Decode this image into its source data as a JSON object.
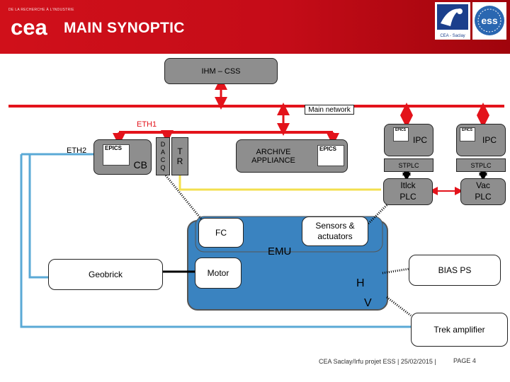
{
  "header": {
    "small_text": "DE LA RECHERCHE À L'INDUSTRIE",
    "logo_text": "cea",
    "title": "MAIN SYNOPTIC",
    "irfu_logo_text": "CEA - Saclay",
    "ess_logo_text": "ess"
  },
  "nodes": {
    "ihm": "IHM – CSS",
    "main_network": "Main network",
    "eth1": "ETH1",
    "eth2": "ETH2",
    "cb": "CB",
    "daq": "D A C Q",
    "tr": "T R",
    "archive": "ARCHIVE APPLIANCE",
    "ipc1": "IPC",
    "ipc2": "IPC",
    "stplc1": "STPLC",
    "stplc2": "STPLC",
    "itlck": "Itlck PLC",
    "vac": "Vac PLC",
    "fc": "FC",
    "sensors": "Sensors & actuators",
    "emu": "EMU",
    "geobrick": "Geobrick",
    "motor": "Motor",
    "bias": "BIAS PS",
    "h": "H",
    "v": "V",
    "trek": "Trek amplifier",
    "epics_badge": "EPICS"
  },
  "footer": {
    "text": "CEA Saclay/Irfu projet ESS | 25/02/2015 |",
    "page": "PAGE 4"
  },
  "colors": {
    "header_red": "#d0101a",
    "network_red": "#e3131b",
    "emu_blue": "#3a83c0",
    "eth2_blue": "#5aa9d6",
    "bus_yellow": "#f3df4f",
    "box_gray": "#8e8e8e"
  }
}
